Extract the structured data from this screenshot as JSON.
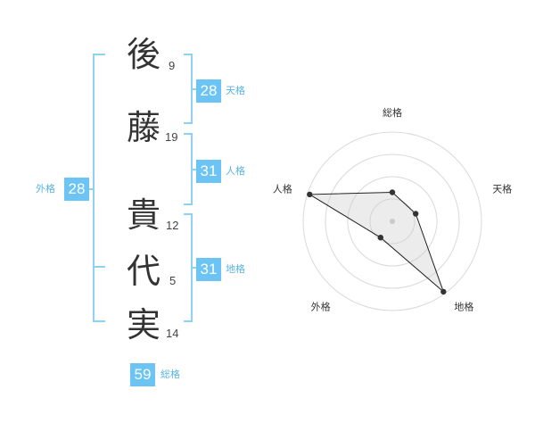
{
  "name": {
    "characters": [
      {
        "char": "後",
        "strokes": "9"
      },
      {
        "char": "藤",
        "strokes": "19"
      },
      {
        "char": "貴",
        "strokes": "12"
      },
      {
        "char": "代",
        "strokes": "5"
      },
      {
        "char": "実",
        "strokes": "14"
      }
    ]
  },
  "fortunes": {
    "tenkaku": {
      "value": "28",
      "label": "天格"
    },
    "jinkaku": {
      "value": "31",
      "label": "人格"
    },
    "chikaku": {
      "value": "31",
      "label": "地格"
    },
    "gaikaku": {
      "value": "28",
      "label": "外格"
    },
    "soukaku": {
      "value": "59",
      "label": "総格"
    }
  },
  "colors": {
    "accent": "#6cc4f4",
    "bracket": "#8fd0f5",
    "label": "#5ab4e4"
  },
  "chart_data": {
    "type": "radar",
    "axes": [
      "総格",
      "天格",
      "地格",
      "外格",
      "人格"
    ],
    "rings": 4,
    "max": 4,
    "values": [
      1.3,
      1.1,
      3.9,
      0.9,
      3.9
    ]
  }
}
